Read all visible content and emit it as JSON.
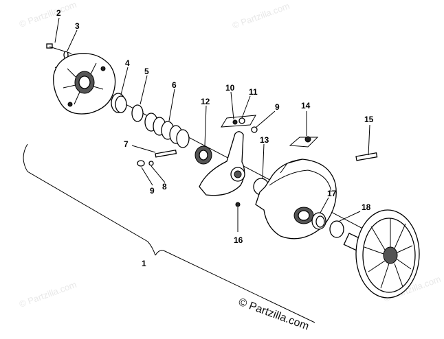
{
  "diagram": {
    "callouts": [
      "1",
      "2",
      "3",
      "4",
      "5",
      "6",
      "7",
      "8",
      "9",
      "9",
      "10",
      "11",
      "12",
      "13",
      "14",
      "15",
      "16",
      "17",
      "18"
    ],
    "watermark": "© Partzilla.com",
    "watermark_bottom": "© Partzilla.com"
  },
  "colors": {
    "line": "#000000",
    "watermark": "#e8e8e8",
    "background": "#ffffff"
  }
}
